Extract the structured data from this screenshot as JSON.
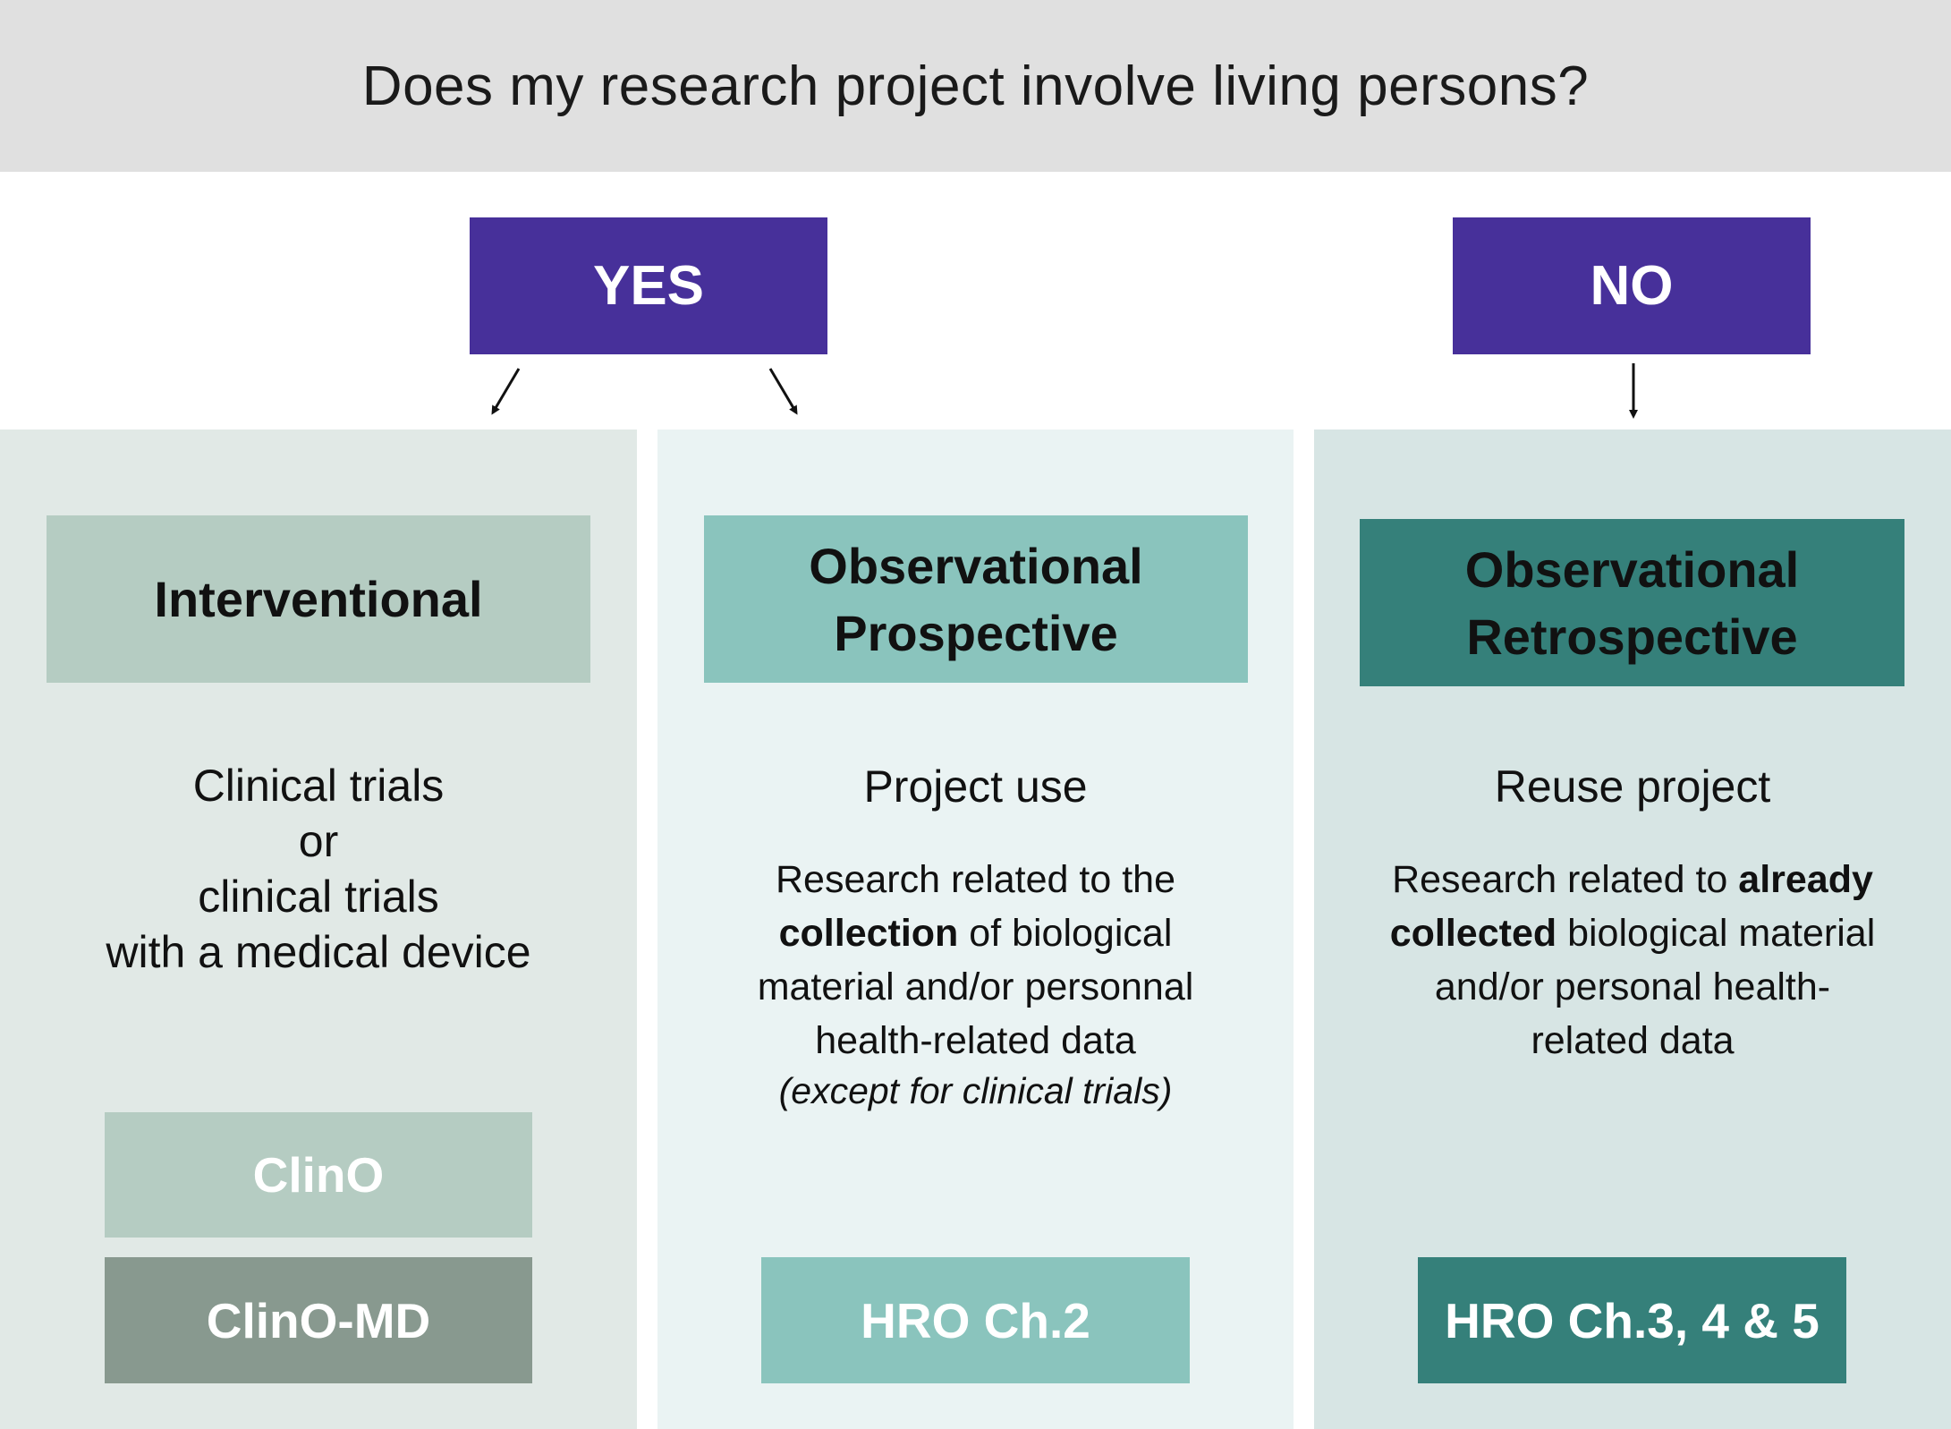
{
  "question": "Does my research project involve living persons?",
  "answers": {
    "yes": "YES",
    "no": "NO"
  },
  "columns": [
    {
      "type_title_lines": [
        "Interventional"
      ],
      "main_lines": [
        "Clinical trials",
        "or",
        "clinical trials",
        "with a medical device"
      ],
      "laws": [
        "ClinO",
        "ClinO-MD"
      ]
    },
    {
      "type_title_lines": [
        "Observational",
        "Prospective"
      ],
      "main_lines": [
        "Project use"
      ],
      "desc_parts": {
        "p1": "Research related to the",
        "p2_bold": "collection",
        "p2_rest": " of biological",
        "p3": "material and/or personnal",
        "p4": "health-related data",
        "p5_italic": "(except for clinical trials)"
      },
      "laws": [
        "HRO Ch.2"
      ]
    },
    {
      "type_title_lines": [
        "Observational",
        "Retrospective"
      ],
      "main_lines": [
        "Reuse project"
      ],
      "desc_parts": {
        "p1": "Research related to ",
        "p1_bold": "already",
        "p2_bold": "collected",
        "p2_rest": " biological material",
        "p3": "and/or personal health-",
        "p4": "related data"
      },
      "laws": [
        "HRO Ch.3, 4 & 5"
      ]
    }
  ],
  "colors": {
    "header_bg": "#e0e0e0",
    "answer_bg": "#47309a",
    "clino": "#b5ccc2",
    "clino_md": "#88998f",
    "hro_ch2": "#8ac4bd",
    "hro_ch345": "#35807a"
  }
}
